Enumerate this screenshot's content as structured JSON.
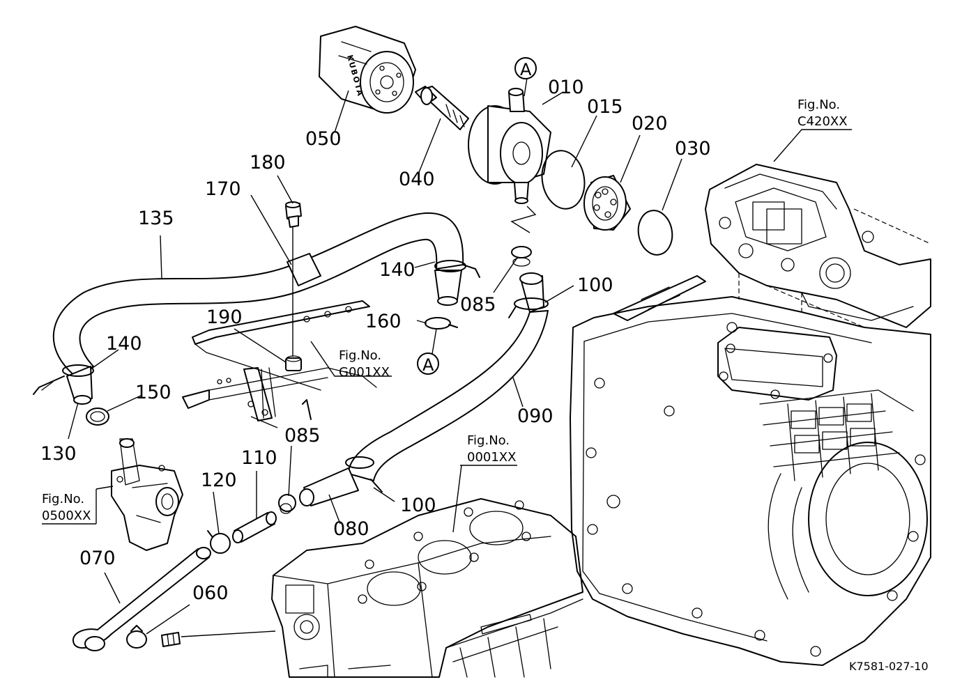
{
  "callouts": [
    {
      "id": "010",
      "label": "010"
    },
    {
      "id": "015",
      "label": "015"
    },
    {
      "id": "020",
      "label": "020"
    },
    {
      "id": "030",
      "label": "030"
    },
    {
      "id": "040",
      "label": "040"
    },
    {
      "id": "050",
      "label": "050"
    },
    {
      "id": "060",
      "label": "060"
    },
    {
      "id": "070",
      "label": "070"
    },
    {
      "id": "080",
      "label": "080"
    },
    {
      "id": "085a",
      "label": "085"
    },
    {
      "id": "085b",
      "label": "085"
    },
    {
      "id": "090",
      "label": "090"
    },
    {
      "id": "100a",
      "label": "100"
    },
    {
      "id": "100b",
      "label": "100"
    },
    {
      "id": "110",
      "label": "110"
    },
    {
      "id": "120",
      "label": "120"
    },
    {
      "id": "130",
      "label": "130"
    },
    {
      "id": "135",
      "label": "135"
    },
    {
      "id": "140a",
      "label": "140"
    },
    {
      "id": "140b",
      "label": "140"
    },
    {
      "id": "150",
      "label": "150"
    },
    {
      "id": "160",
      "label": "160"
    },
    {
      "id": "170",
      "label": "170"
    },
    {
      "id": "180",
      "label": "180"
    },
    {
      "id": "190",
      "label": "190"
    }
  ],
  "connection_markers": [
    {
      "id": "A-top",
      "label": "A"
    },
    {
      "id": "A-bottom",
      "label": "A"
    }
  ],
  "figure_refs": [
    {
      "id": "c420",
      "caption": "Fig.No.",
      "code": "C420XX"
    },
    {
      "id": "g001",
      "caption": "Fig.No.",
      "code": "G001XX"
    },
    {
      "id": "0001",
      "caption": "Fig.No.",
      "code": "0001XX"
    },
    {
      "id": "0500",
      "caption": "Fig.No.",
      "code": "0500XX"
    }
  ],
  "filter_brand": "KUBOTA",
  "drawing_code": "K7581-027-10"
}
